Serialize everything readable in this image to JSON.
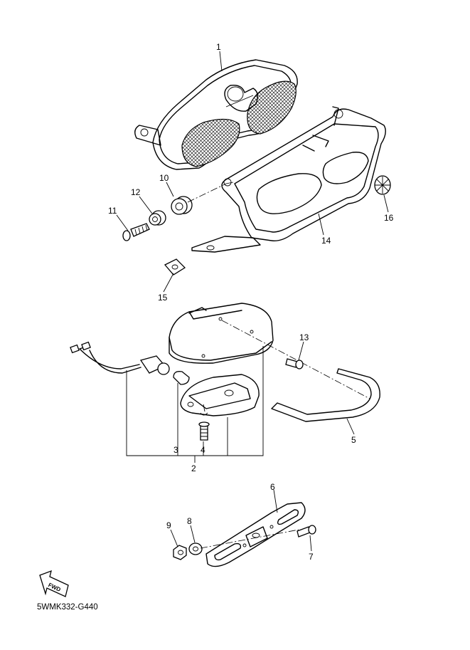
{
  "diagram_code": "5WMK332-G440",
  "fwd_label": "FWD",
  "callouts": {
    "c1": "1",
    "c2": "2",
    "c3": "3",
    "c4": "4",
    "c5": "5",
    "c6": "6",
    "c7": "7",
    "c8": "8",
    "c9": "9",
    "c10": "10",
    "c11": "11",
    "c12": "12",
    "c13": "13",
    "c14": "14",
    "c15": "15",
    "c16": "16"
  }
}
